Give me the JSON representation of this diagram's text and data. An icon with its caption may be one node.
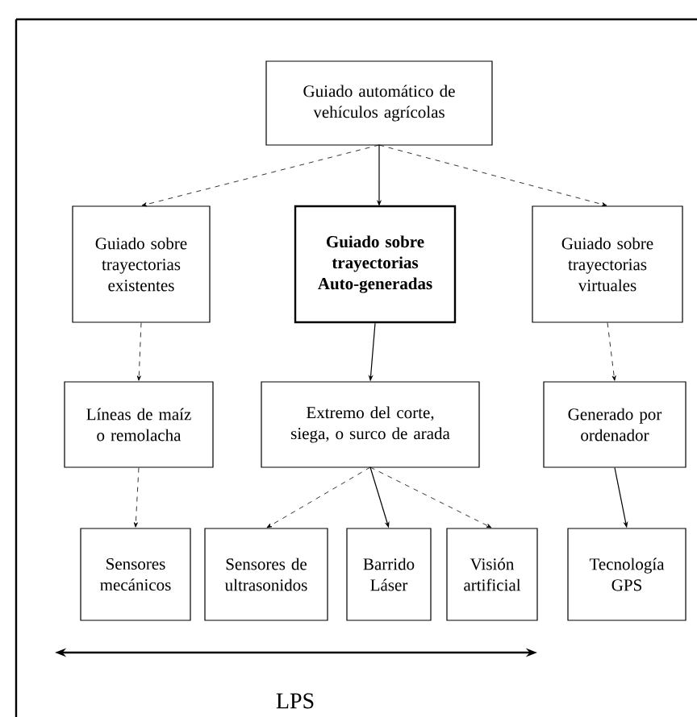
{
  "diagram": {
    "nodes": [
      {
        "text": [
          "Guiado automático de vehículos agrícolas"
        ]
      },
      {
        "text": [
          "Guiado sobre trayectorias existentes"
        ]
      },
      {
        "text": [
          "Guiado sobre trayectorias Auto-generadas"
        ]
      },
      {
        "text": [
          "Guiado sobre trayectorias virtuales"
        ]
      },
      {
        "text": [
          "Líneas de maíz o remolacha"
        ]
      },
      {
        "text": [
          "Extremo del corte, siega, o surco de arada"
        ]
      },
      {
        "text": [
          "Generado por ordenador"
        ]
      },
      {
        "text": [
          "Sensores mecánicos"
        ]
      },
      {
        "text": [
          "Sensores de ultrasonidos"
        ]
      },
      {
        "text": [
          "Barrido Láser"
        ]
      },
      {
        "text": [
          "Visión artificial"
        ]
      },
      {
        "text": [
          "Tecnología GPS"
        ]
      }
    ],
    "edges": [
      {
        "from": 0,
        "to": 1,
        "arrow": "to",
        "style": "dashed"
      },
      {
        "from": 0,
        "to": 2,
        "arrow": "to"
      },
      {
        "from": 0,
        "to": 3,
        "arrow": "to",
        "style": "dashed"
      },
      {
        "from": 1,
        "to": 4,
        "arrow": "to",
        "style": "dashed"
      },
      {
        "from": 2,
        "to": 5,
        "arrow": "to"
      },
      {
        "from": 3,
        "to": 6,
        "arrow": "to",
        "style": "dashed"
      },
      {
        "from": 4,
        "to": 7,
        "arrow": "to",
        "style": "dashed"
      },
      {
        "from": 5,
        "to": 8,
        "arrow": "to",
        "style": "dashed"
      },
      {
        "from": 5,
        "to": 9,
        "arrow": "to"
      },
      {
        "from": 5,
        "to": 10,
        "arrow": "to",
        "style": "dashed"
      },
      {
        "from": 6,
        "to": 11,
        "arrow": "to"
      }
    ],
    "labels": [
      "LPS"
    ]
  }
}
